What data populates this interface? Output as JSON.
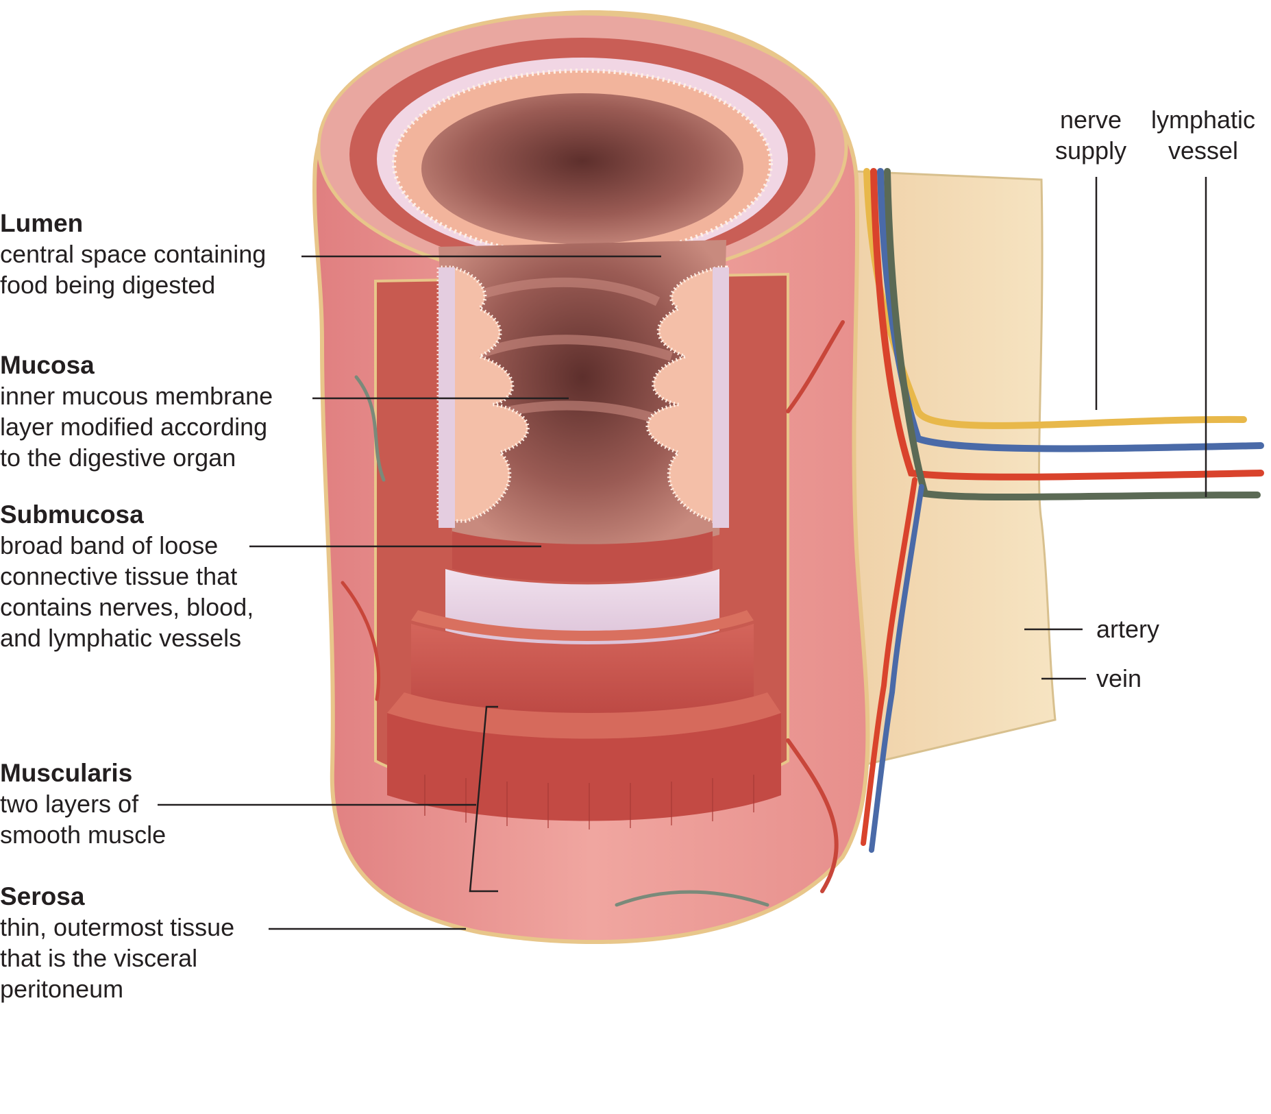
{
  "labels": {
    "lumen": {
      "title": "Lumen",
      "lines": [
        "central space containing",
        "food being digested"
      ]
    },
    "mucosa": {
      "title": "Mucosa",
      "lines": [
        "inner mucous membrane",
        "layer modified according",
        "to the digestive organ"
      ]
    },
    "submucosa": {
      "title": "Submucosa",
      "lines": [
        "broad band of loose",
        "connective tissue that",
        "contains nerves, blood,",
        "and lymphatic vessels"
      ]
    },
    "muscularis": {
      "title": "Muscularis",
      "lines": [
        "two layers of",
        "smooth muscle"
      ]
    },
    "serosa": {
      "title": "Serosa",
      "lines": [
        "thin, outermost tissue",
        "that is the visceral",
        "peritoneum"
      ]
    },
    "nerve_supply": [
      "nerve",
      "supply"
    ],
    "lymphatic_vessel": [
      "lymphatic",
      "vessel"
    ],
    "artery": "artery",
    "vein": "vein"
  },
  "colors": {
    "muscle": "#c84a45",
    "mucosa": "#f2b09a",
    "submucosa": "#e9d6e6",
    "serosa_outer": "#e8888a",
    "mesentery": "#f3dcb4",
    "lumen_dark": "#8a4a44",
    "artery": "#d9432c",
    "vein": "#4a6aa8",
    "nerve": "#e8b84a",
    "lymph": "#5b6a55"
  }
}
